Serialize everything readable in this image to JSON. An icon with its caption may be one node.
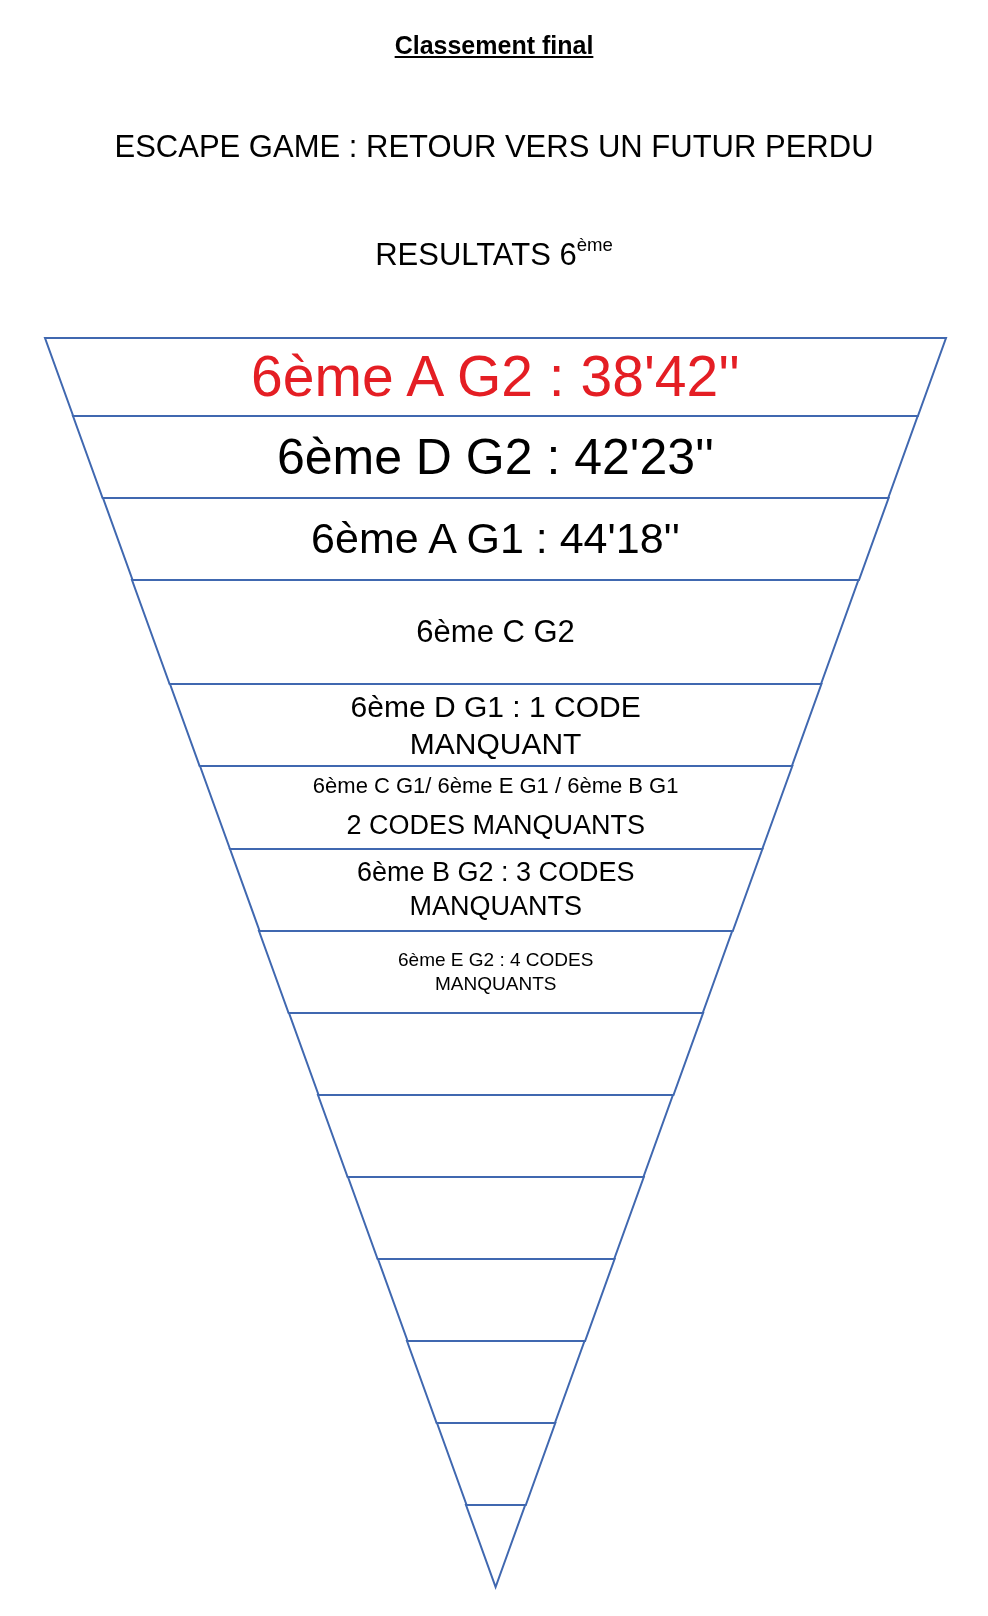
{
  "diagram": {
    "title": "Classement final",
    "nodes": [
      {
        "text": [
          "6ème A G2 : 38'42''"
        ]
      },
      {
        "text": [
          "6ème D G2 : 42'23''"
        ]
      },
      {
        "text": [
          "6ème A G1 : 44'18''"
        ]
      },
      {
        "text": [
          "6ème C G2"
        ]
      },
      {
        "text": [
          "6ème D G1 : 1 CODE MANQUANT"
        ]
      },
      {
        "text": [
          "6ème C G1/ 6ème E G1 / 6ème B G1",
          "2 CODES MANQUANTS"
        ]
      },
      {
        "text": [
          "6ème B G2 : 3 CODES MANQUANTS"
        ]
      },
      {
        "text": [
          "6ème E G2 : 4 CODES MANQUANTS"
        ]
      },
      {
        "text": [],
        "shape": "trapezoid"
      },
      {
        "text": [],
        "shape": "trapezoid"
      },
      {
        "text": [],
        "shape": "trapezoid"
      },
      {
        "text": [],
        "shape": "trapezoid"
      },
      {
        "text": [],
        "shape": "trapezoid"
      },
      {
        "text": [],
        "shape": "trapezoid"
      },
      {
        "text": [],
        "shape": "triangle"
      }
    ],
    "labels": [
      "ESCAPE GAME : RETOUR VERS UN FUTUR PERDU",
      "RESULTATS 6$^{ème}$"
    ]
  }
}
